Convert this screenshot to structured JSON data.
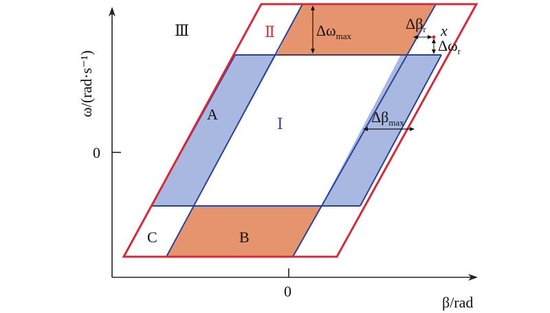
{
  "axes": {
    "x_label": "β/rad",
    "y_label": "ω/(rad·s⁻¹)",
    "x_zero": "0",
    "y_zero": "0"
  },
  "regions": {
    "I": "Ⅰ",
    "II": "Ⅱ",
    "III": "Ⅲ",
    "A": "A",
    "B": "B",
    "C": "C"
  },
  "annotations": {
    "delta_omega_max": {
      "main": "Δω",
      "sub": "max"
    },
    "delta_beta_max": {
      "main": "Δβ",
      "sub": "max"
    },
    "delta_beta_r": {
      "main": "Δβ",
      "sub": "r"
    },
    "delta_omega_r": {
      "main": "Δω",
      "sub": "r"
    },
    "x_point": "x"
  },
  "colors": {
    "outer_border": "#d62a3a",
    "inner_lines": "#2a3f9a",
    "blue_fill": "#a9b8e0",
    "orange_fill": "#e5946e",
    "axis": "#222222",
    "region_I_text": "#2a3f9a",
    "region_II_text": "#d62a3a"
  }
}
